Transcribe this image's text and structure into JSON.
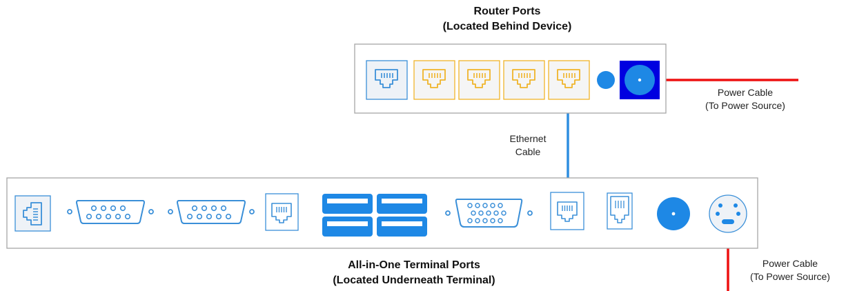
{
  "router": {
    "title_line1": "Router Ports",
    "title_line2": "(Located Behind Device)"
  },
  "terminal": {
    "title_line1": "All-in-One Terminal Ports",
    "title_line2": "(Located Underneath Terminal)"
  },
  "ethernet_cable": {
    "line1": "Ethernet",
    "line2": "Cable"
  },
  "router_power_cable": {
    "line1": "Power Cable",
    "line2": "(To Power Source)"
  },
  "terminal_power_cable": {
    "line1": "Power Cable",
    "line2": "(To Power Source)"
  },
  "colors": {
    "panel_border": "#a6a6a6",
    "port_blue": "#3a8fd8",
    "port_yellow": "#f0b429",
    "power_port_dark": "#0000e0",
    "power_jack_blue": "#1e88e5",
    "cable_blue": "#2e8ee0",
    "cable_red": "#ee1111"
  }
}
